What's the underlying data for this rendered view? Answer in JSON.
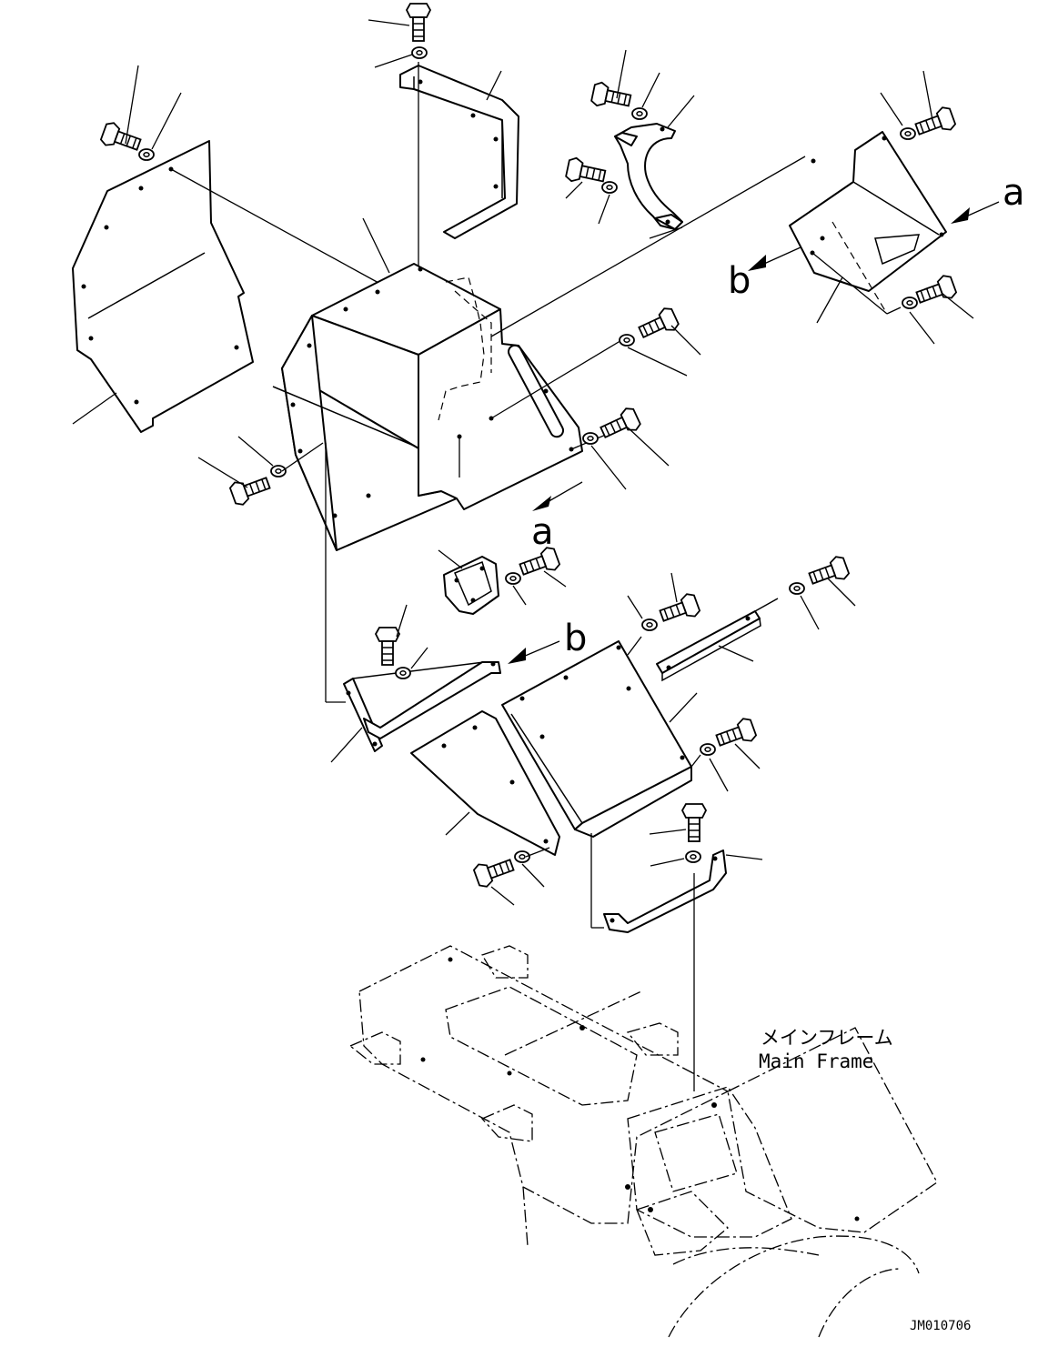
{
  "labels": {
    "main_frame_jp": "メインフレーム",
    "main_frame_en": "Main Frame",
    "drawing_number": "JM010706",
    "view_a_top": "a",
    "view_a_center": "a",
    "view_b_left": "b",
    "view_b_bottom": "b"
  },
  "icons": {
    "bolt": "hex-bolt-icon",
    "washer": "washer-icon",
    "arrow": "view-arrow-icon"
  },
  "colors": {
    "line": "#000000",
    "background": "#ffffff"
  }
}
